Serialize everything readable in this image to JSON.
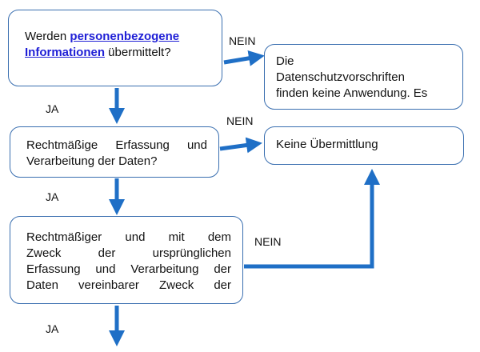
{
  "colors": {
    "arrow": "#1f6fc6",
    "box_border": "#3a6fb0",
    "link": "#1f1fd6",
    "text": "#111111"
  },
  "boxes": {
    "q1": {
      "before": "Werden ",
      "link": "personenbezogene Informationen",
      "after": " übermittelt?"
    },
    "r1": {
      "lines": [
        "Die",
        "Datenschutzvorschriften",
        "finden keine Anwendung. Es"
      ]
    },
    "q2": {
      "lines": [
        "Rechtmäßige Erfassung und",
        "Verarbeitung der Daten?"
      ]
    },
    "r2": {
      "text": "Keine Übermittlung"
    },
    "q3": {
      "lines": [
        "Rechtmäßiger und mit dem",
        "Zweck der ursprünglichen",
        "Erfassung und Verarbeitung der",
        "Daten vereinbarer Zweck der"
      ]
    }
  },
  "labels": {
    "ja1": "JA",
    "ja2": "JA",
    "ja3": "JA",
    "nein1": "NEIN",
    "nein2": "NEIN",
    "nein3": "NEIN"
  }
}
